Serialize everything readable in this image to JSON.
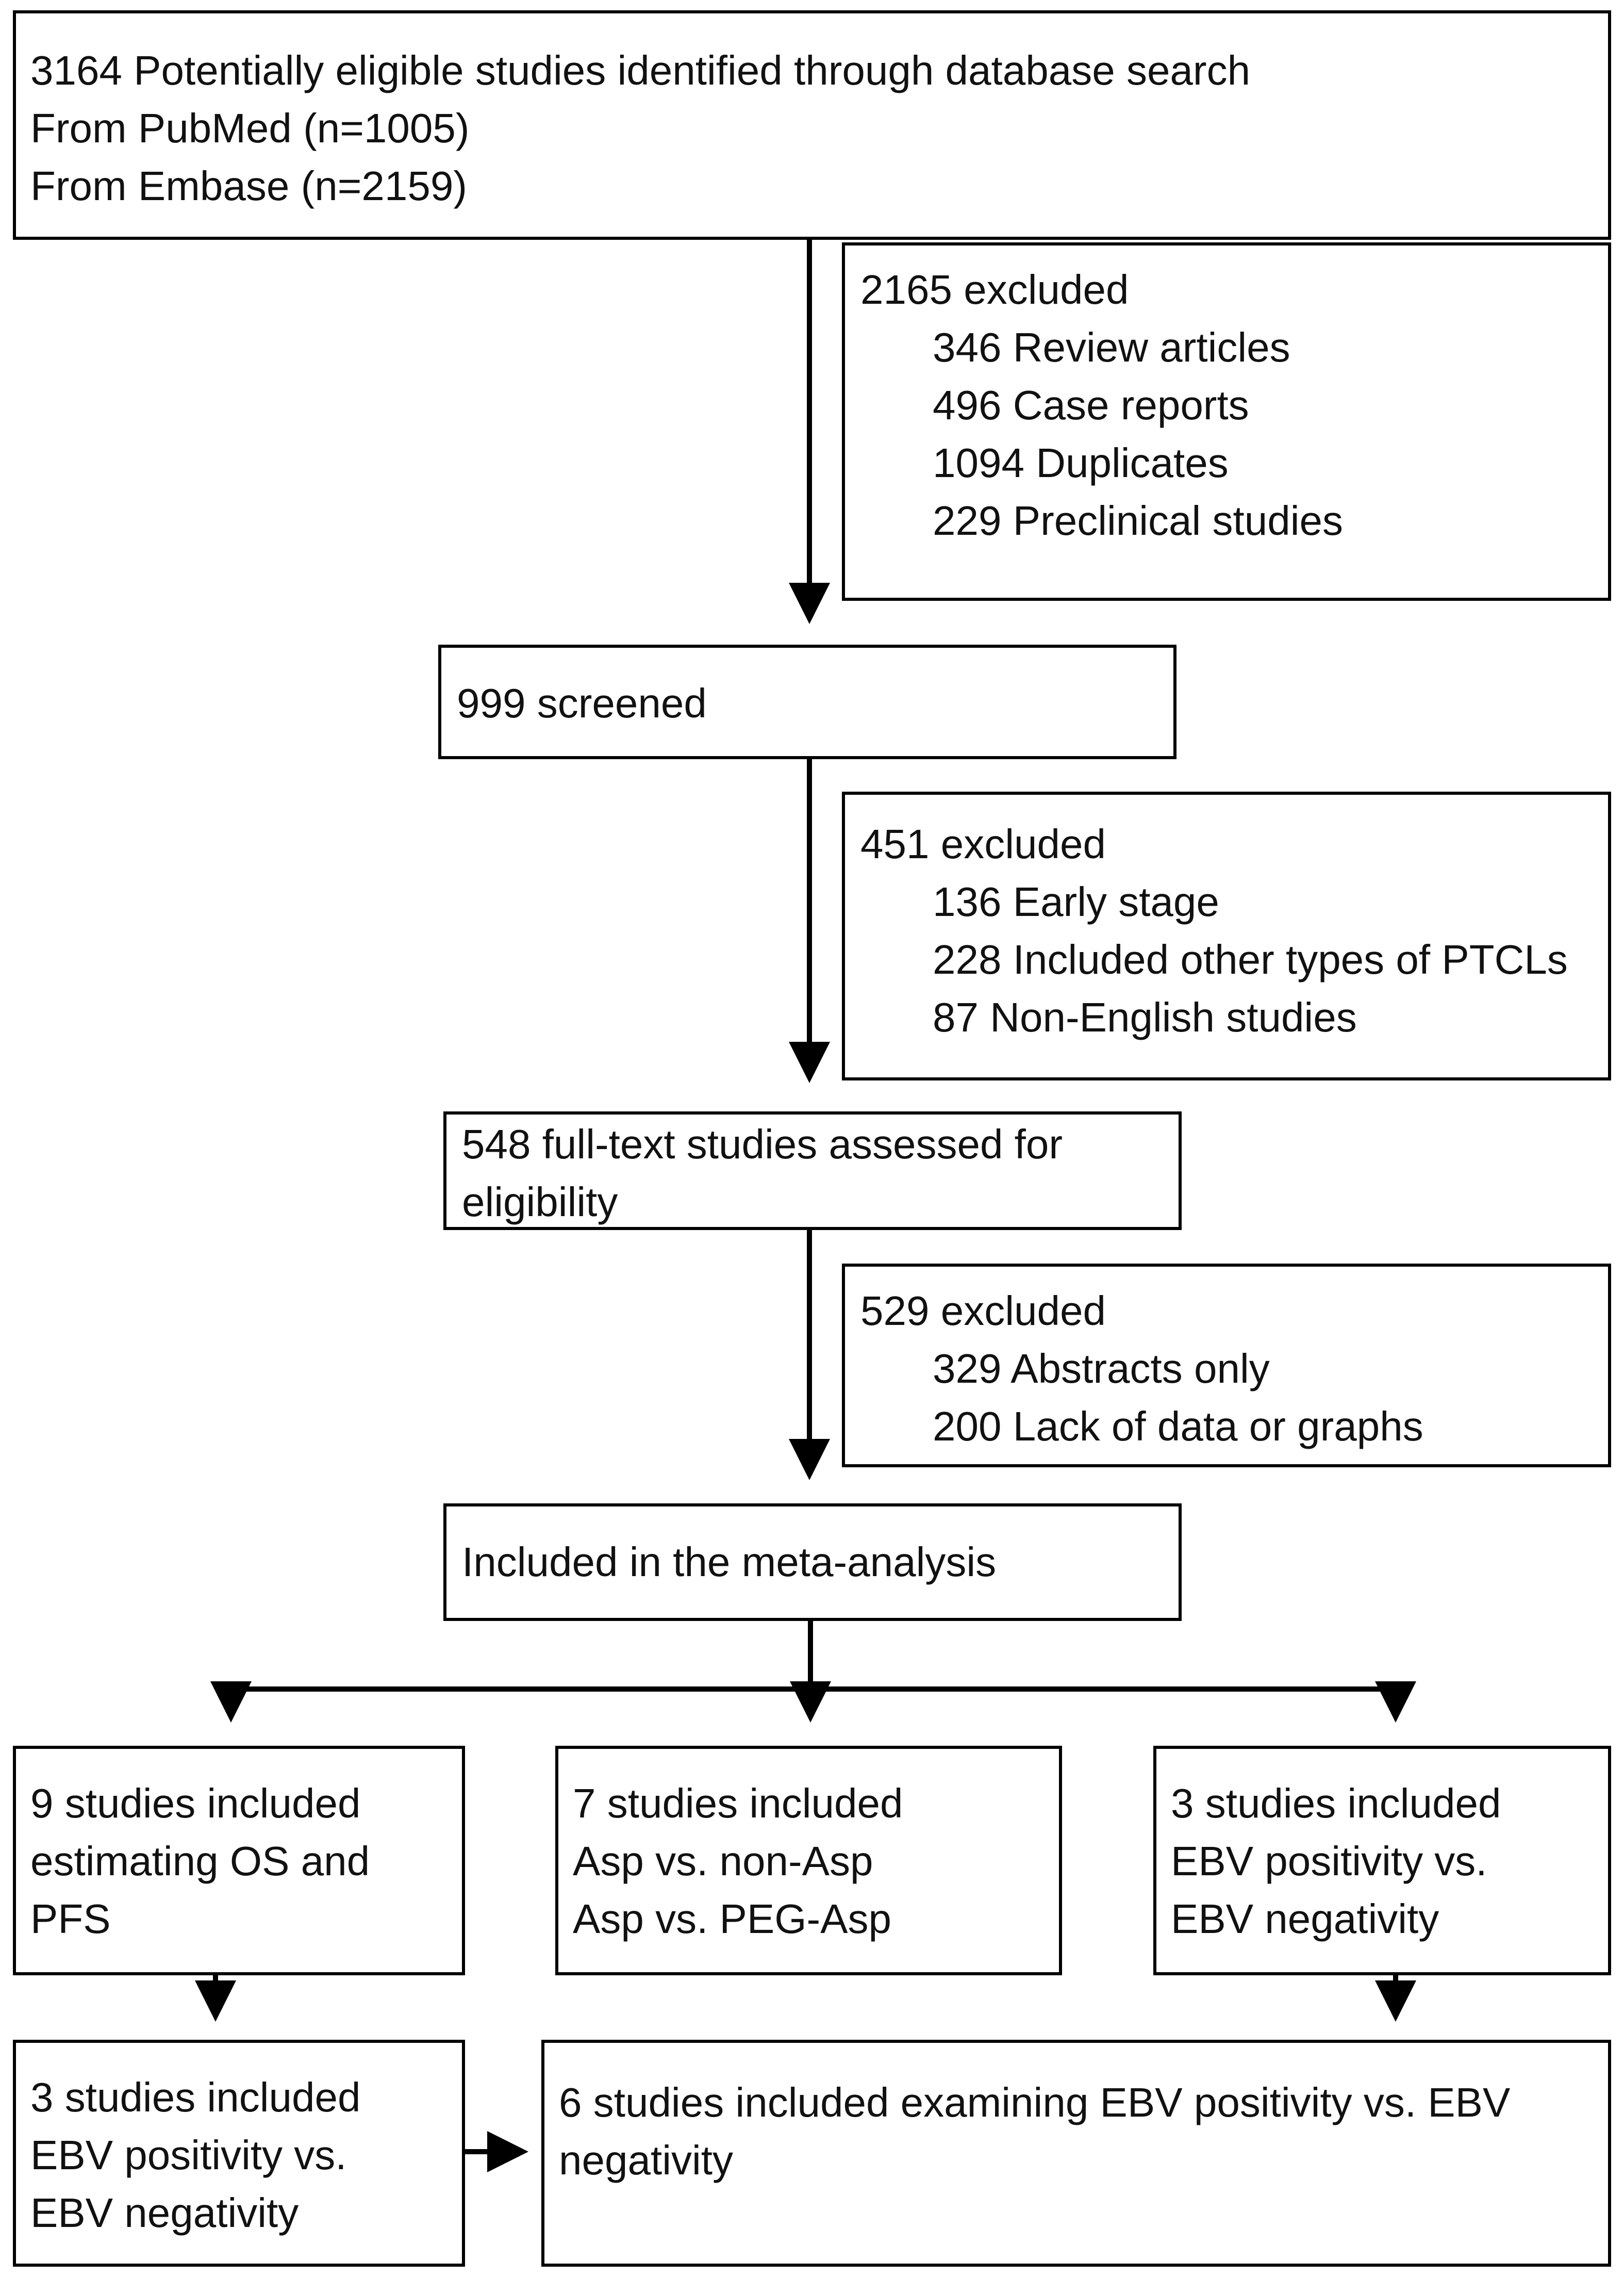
{
  "identification": {
    "title": "3164 Potentially eligible studies identified through database search",
    "lines": [
      "From PubMed (n=1005)",
      "From Embase (n=2159)"
    ]
  },
  "excluded_1": {
    "title": "2165 excluded",
    "items": [
      "346 Review articles",
      "496 Case reports",
      "1094 Duplicates",
      "229 Preclinical studies"
    ]
  },
  "screened": {
    "label": "999 screened"
  },
  "excluded_2": {
    "title": "451 excluded",
    "items": [
      "136 Early stage",
      "228 Included other types of PTCLs",
      "87 Non-English studies"
    ]
  },
  "fulltext": {
    "lines": [
      "548 full-text studies assessed for",
      "eligibility"
    ]
  },
  "excluded_3": {
    "title": "529 excluded",
    "items": [
      "329 Abstracts only",
      "200 Lack of data or graphs"
    ]
  },
  "included": {
    "label": "Included in the meta-analysis"
  },
  "branch_os_pfs": {
    "lines": [
      "9 studies included",
      "estimating OS and",
      "PFS"
    ]
  },
  "branch_asp": {
    "lines": [
      "7 studies  included",
      "Asp vs. non-Asp",
      "Asp vs. PEG-Asp"
    ]
  },
  "branch_ebv": {
    "lines": [
      "3 studies  included",
      "EBV positivity vs.",
      "EBV negativity"
    ]
  },
  "sub_ebv": {
    "lines": [
      "3 studies included",
      "EBV positivity vs.",
      "EBV negativity"
    ]
  },
  "combined_ebv": {
    "lines": [
      "6 studies included examining EBV positivity vs. EBV",
      "negativity"
    ]
  }
}
